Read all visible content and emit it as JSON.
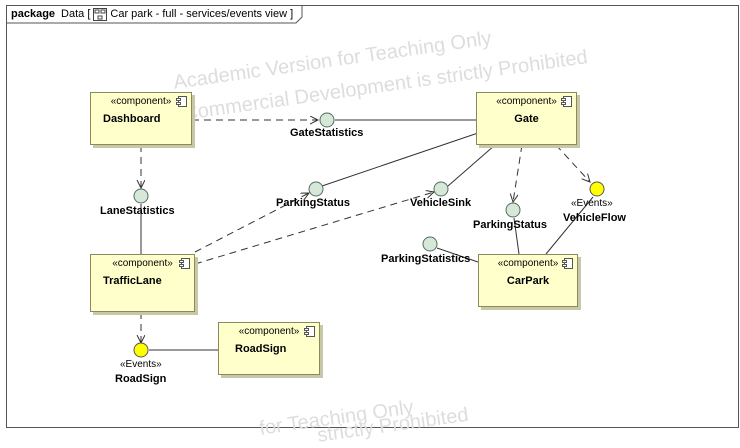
{
  "header": {
    "keyword": "package",
    "package_name": "Data",
    "diagram_name": "Car park - full - services/events view"
  },
  "watermark": {
    "line1": "Academic Version for Teaching Only",
    "line2": "Commercial Development is strictly Prohibited",
    "bottom1": "for Teaching Only",
    "bottom2": "strictly Prohibited"
  },
  "components": {
    "stereotype": "«component»",
    "dashboard": "Dashboard",
    "gate": "Gate",
    "traffic_lane": "TrafficLane",
    "car_park": "CarPark",
    "road_sign": "RoadSign"
  },
  "interfaces": {
    "gate_statistics": "GateStatistics",
    "lane_statistics": "LaneStatistics",
    "parking_status_1": "ParkingStatus",
    "vehicle_sink": "VehicleSink",
    "parking_status_2": "ParkingStatus",
    "vehicle_flow": "VehicleFlow",
    "parking_statistics": "ParkingStatistics",
    "road_sign": "RoadSign"
  },
  "stereotypes": {
    "events_vehicle_flow": "«Events»",
    "events_road_sign": "«Events»"
  },
  "colors": {
    "component_fill": "#ffffcc",
    "interface_fill": "#d8e8d8",
    "event_fill": "#ffff00"
  }
}
